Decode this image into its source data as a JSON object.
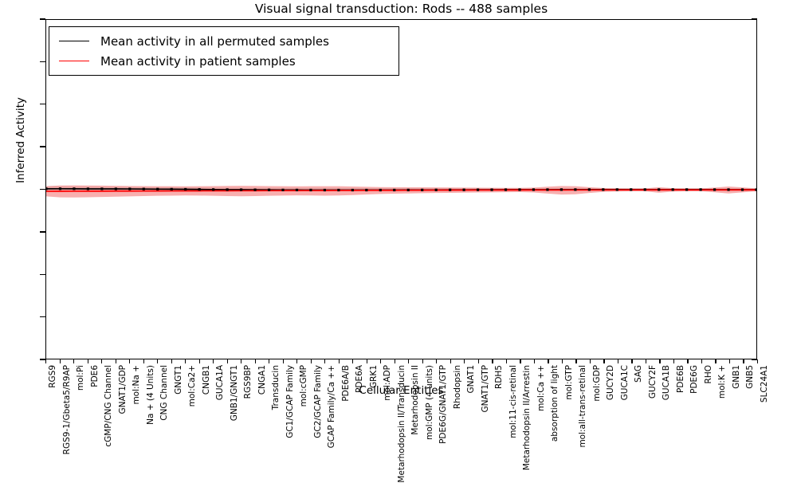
{
  "chart_data": {
    "type": "line",
    "title": "Visual signal transduction: Rods -- 488 samples",
    "xlabel": "Cellular Entities",
    "ylabel": "Inferred Activity",
    "ylim": [
      -4,
      4
    ],
    "yticks": [
      4,
      3,
      2,
      1,
      0,
      -1,
      -2,
      -3,
      -4
    ],
    "grid": false,
    "legend_position": "upper-left",
    "colors": {
      "permuted_line": "#000000",
      "patient_line": "#ff0000",
      "permuted_band": "#d9d9d9",
      "patient_band": "#f4a6a6"
    },
    "categories": [
      "RGS9",
      "RGS9-1/Gbeta5/R9AP",
      "mol:Pi",
      "PDE6",
      "cGMP/CNG Channel",
      "GNAT1/GDP",
      "mol:Na +",
      "Na + (4 Units)",
      "CNG Channel",
      "GNGT1",
      "mol:Ca2+",
      "CNGB1",
      "GUCA1A",
      "GNB1/GNGT1",
      "RGS9BP",
      "CNGA1",
      "Transducin",
      "GC1/GCAP Family",
      "mol:cGMP",
      "GC2/GCAP Family",
      "GCAP Family/Ca ++",
      "PDE6A/B",
      "PDE6A",
      "GRK1",
      "mol:ADP",
      "Metarhodopsin II/Transducin",
      "Metarhodopsin II",
      "mol:GMP (4 units)",
      "PDE6G/GNAT1/GTP",
      "Rhodopsin",
      "GNAT1",
      "GNAT1/GTP",
      "RDH5",
      "mol:11-cis-retinal",
      "Metarhodopsin II/Arrestin",
      "mol:Ca ++",
      "absorption of light",
      "mol:GTP",
      "mol:all-trans-retinal",
      "mol:GDP",
      "GUCY2D",
      "GUCA1C",
      "SAG",
      "GUCY2F",
      "GUCA1B",
      "PDE6B",
      "PDE6G",
      "RHO",
      "mol:K +",
      "GNB1",
      "GNB5",
      "SLC24A1"
    ],
    "series": [
      {
        "name": "Mean activity in all permuted samples",
        "color": "#000000",
        "values": [
          0.012,
          0.013,
          0.012,
          0.01,
          0.01,
          0.009,
          0.008,
          0.006,
          0.004,
          0.002,
          0.0,
          -0.003,
          -0.006,
          -0.008,
          -0.01,
          -0.012,
          -0.014,
          -0.016,
          -0.017,
          -0.018,
          -0.019,
          -0.019,
          -0.019,
          -0.019,
          -0.019,
          -0.018,
          -0.017,
          -0.016,
          -0.015,
          -0.014,
          -0.013,
          -0.012,
          -0.011,
          -0.01,
          -0.009,
          -0.008,
          -0.008,
          -0.007,
          -0.007,
          -0.007,
          -0.007,
          -0.007,
          -0.007,
          -0.007,
          -0.007,
          -0.007,
          -0.007,
          -0.007,
          -0.008,
          -0.008,
          -0.009,
          -0.01
        ],
        "band_upper": [
          0.075,
          0.072,
          0.068,
          0.064,
          0.06,
          0.056,
          0.052,
          0.05,
          0.048,
          0.046,
          0.044,
          0.042,
          0.04,
          0.038,
          0.036,
          0.034,
          0.033,
          0.032,
          0.031,
          0.03,
          0.03,
          0.029,
          0.029,
          0.029,
          0.028,
          0.028,
          0.028,
          0.028,
          0.028,
          0.028,
          0.028,
          0.028,
          0.028,
          0.028,
          0.028,
          0.028,
          0.028,
          0.028,
          0.028,
          0.028,
          0.028,
          0.028,
          0.028,
          0.028,
          0.028,
          0.028,
          0.028,
          0.028,
          0.028,
          0.028,
          0.028,
          0.028
        ],
        "band_lower": [
          -0.055,
          -0.054,
          -0.053,
          -0.052,
          -0.051,
          -0.05,
          -0.049,
          -0.048,
          -0.047,
          -0.046,
          -0.046,
          -0.045,
          -0.045,
          -0.044,
          -0.044,
          -0.044,
          -0.044,
          -0.044,
          -0.044,
          -0.044,
          -0.044,
          -0.044,
          -0.044,
          -0.044,
          -0.044,
          -0.044,
          -0.044,
          -0.044,
          -0.044,
          -0.044,
          -0.044,
          -0.044,
          -0.044,
          -0.044,
          -0.044,
          -0.044,
          -0.044,
          -0.044,
          -0.044,
          -0.044,
          -0.044,
          -0.044,
          -0.044,
          -0.044,
          -0.044,
          -0.044,
          -0.044,
          -0.044,
          -0.044,
          -0.044,
          -0.044,
          -0.044
        ]
      },
      {
        "name": "Mean activity in patient samples",
        "color": "#ff0000",
        "values": [
          -0.048,
          -0.047,
          -0.046,
          -0.045,
          -0.044,
          -0.043,
          -0.042,
          -0.041,
          -0.04,
          -0.039,
          -0.038,
          -0.037,
          -0.036,
          -0.035,
          -0.034,
          -0.033,
          -0.032,
          -0.031,
          -0.03,
          -0.029,
          -0.028,
          -0.027,
          -0.026,
          -0.025,
          -0.024,
          -0.023,
          -0.022,
          -0.021,
          -0.02,
          -0.019,
          -0.019,
          -0.018,
          -0.018,
          -0.017,
          -0.017,
          -0.016,
          -0.016,
          -0.016,
          -0.015,
          -0.015,
          -0.015,
          -0.015,
          -0.014,
          -0.014,
          -0.014,
          -0.014,
          -0.014,
          -0.014,
          -0.014,
          -0.014,
          -0.014,
          -0.014
        ],
        "band_upper": [
          0.072,
          0.09,
          0.092,
          0.09,
          0.086,
          0.082,
          0.078,
          0.076,
          0.074,
          0.072,
          0.07,
          0.072,
          0.076,
          0.08,
          0.082,
          0.08,
          0.076,
          0.072,
          0.07,
          0.072,
          0.074,
          0.072,
          0.066,
          0.058,
          0.052,
          0.05,
          0.048,
          0.046,
          0.044,
          0.042,
          0.04,
          0.038,
          0.036,
          0.034,
          0.033,
          0.04,
          0.06,
          0.078,
          0.074,
          0.05,
          0.03,
          0.024,
          0.022,
          0.022,
          0.05,
          0.026,
          0.022,
          0.022,
          0.04,
          0.066,
          0.044,
          0.022
        ],
        "band_lower": [
          -0.168,
          -0.19,
          -0.192,
          -0.188,
          -0.182,
          -0.174,
          -0.166,
          -0.16,
          -0.154,
          -0.15,
          -0.146,
          -0.148,
          -0.154,
          -0.16,
          -0.164,
          -0.16,
          -0.154,
          -0.148,
          -0.144,
          -0.146,
          -0.15,
          -0.146,
          -0.136,
          -0.122,
          -0.11,
          -0.104,
          -0.098,
          -0.092,
          -0.088,
          -0.084,
          -0.08,
          -0.076,
          -0.072,
          -0.068,
          -0.066,
          -0.076,
          -0.102,
          -0.124,
          -0.118,
          -0.086,
          -0.06,
          -0.052,
          -0.048,
          -0.048,
          -0.082,
          -0.054,
          -0.048,
          -0.048,
          -0.07,
          -0.1,
          -0.074,
          -0.048
        ]
      }
    ],
    "marker_line": {
      "name": "permuted-mean-markers",
      "style": "dotted-square-markers",
      "color": "#000000"
    }
  },
  "legend": {
    "entries": [
      {
        "label": "Mean activity in all permuted samples",
        "color": "#000000"
      },
      {
        "label": "Mean activity in patient samples",
        "color": "#ff0000"
      }
    ]
  }
}
